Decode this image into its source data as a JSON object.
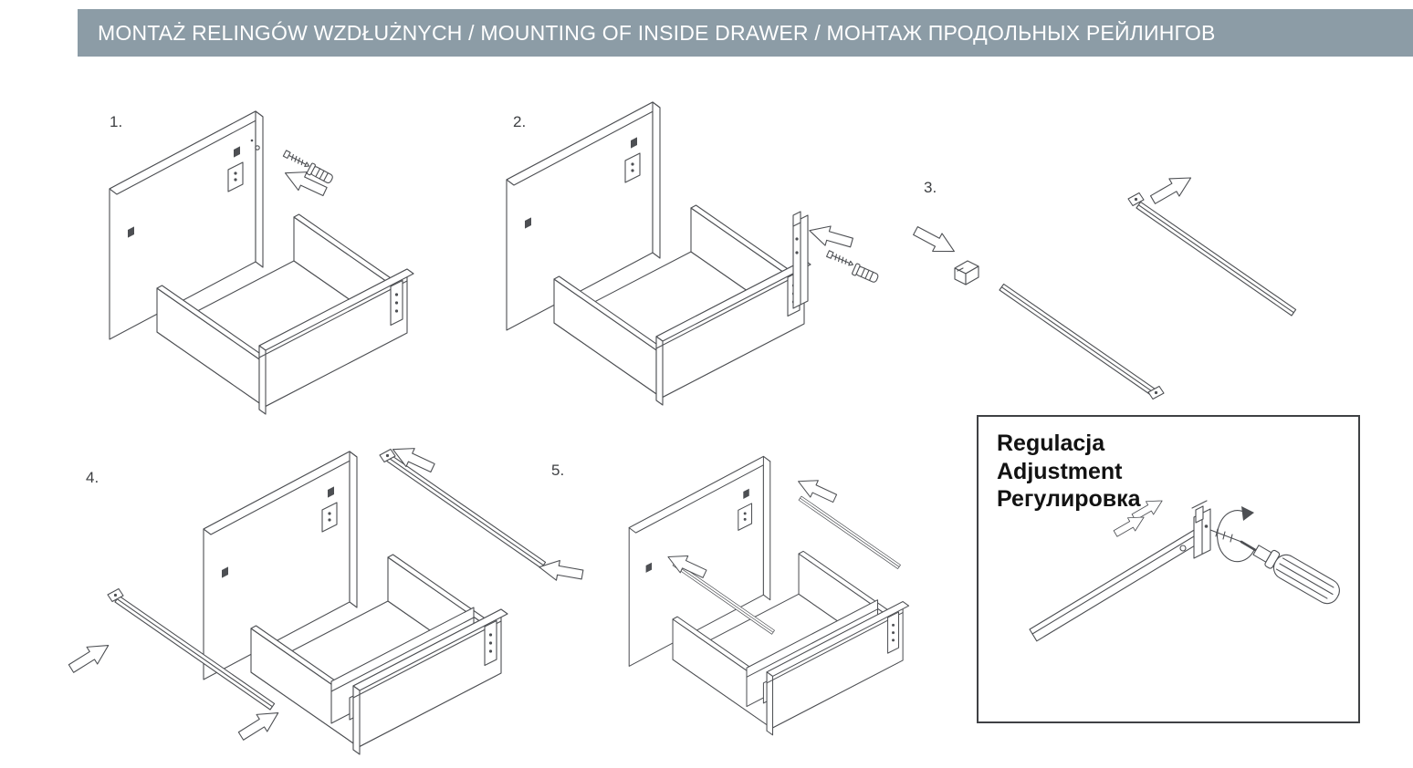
{
  "header": {
    "title": "MONTAŻ RELINGÓW WZDŁUŻNYCH / MOUNTING OF INSIDE DRAWER / МОНТАЖ ПРОДОЛЬНЫХ РЕЙЛИНГОВ",
    "background_color": "#8c9ca6",
    "text_color": "#ffffff"
  },
  "steps": [
    {
      "label": "1."
    },
    {
      "label": "2."
    },
    {
      "label": "3."
    },
    {
      "label": "4."
    },
    {
      "label": "5."
    }
  ],
  "adjustment": {
    "lines": [
      "Regulacja",
      "Adjustment",
      "Регулировка"
    ]
  },
  "diagram": {
    "line_color": "#4d4f53",
    "icons": {
      "insertion-arrow": "outline arrow",
      "screw": "mounting screw",
      "wall-plug": "expansion plug",
      "spacer-block": "sleeve block",
      "rail": "longitudinal railing",
      "rail-bracket": "rail connector",
      "screwdriver": "screwdriver",
      "rotation-arrow": "turning direction arrow"
    }
  }
}
